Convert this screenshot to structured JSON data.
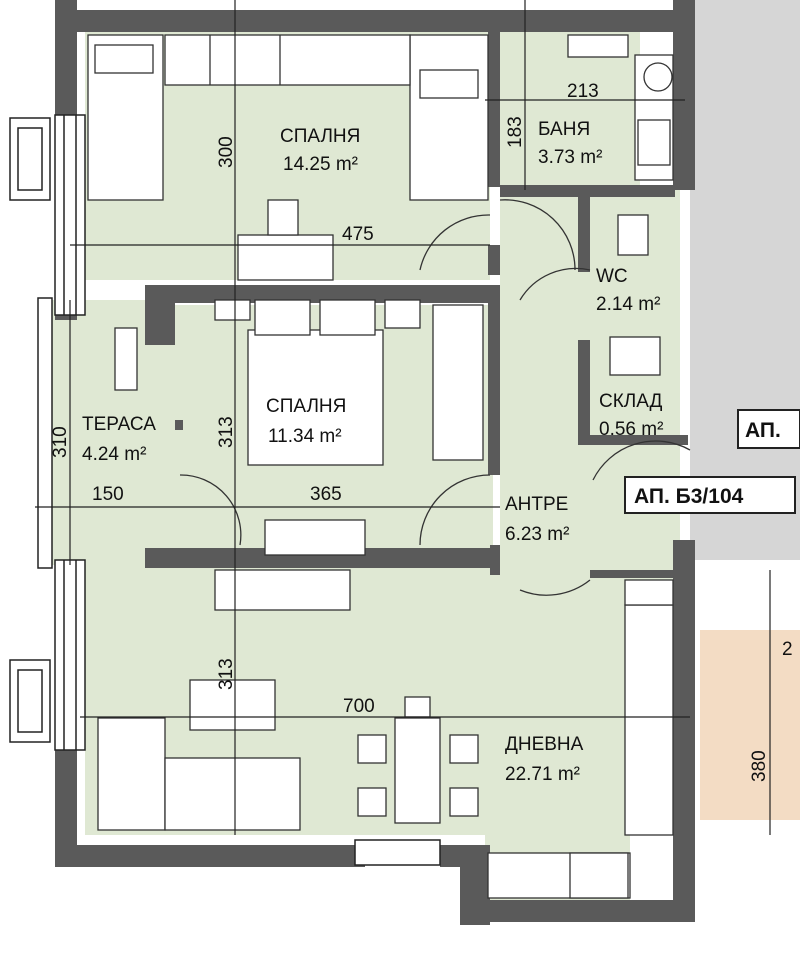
{
  "rooms": {
    "bedroom1": {
      "name": "СПАЛНЯ",
      "area": "14.25 m²"
    },
    "bathroom": {
      "name": "БАНЯ",
      "area": "3.73 m²"
    },
    "wc": {
      "name": "WC",
      "area": "2.14 m²"
    },
    "bedroom2": {
      "name": "СПАЛНЯ",
      "area": "11.34 m²"
    },
    "terrace": {
      "name": "ТЕРАСА",
      "area": "4.24 m²"
    },
    "storage": {
      "name": "СКЛАД",
      "area": "0.56 m²"
    },
    "hallway": {
      "name": "АНТРЕ",
      "area": "6.23 m²"
    },
    "living": {
      "name": "ДНЕВНА",
      "area": "22.71 m²"
    }
  },
  "dimensions": {
    "bed1_height": "300",
    "bed1_width": "475",
    "bath_width": "213",
    "bath_height": "183",
    "bed2_height": "313",
    "bed2_width": "365",
    "terrace_height": "310",
    "terrace_width": "150",
    "living_height": "313",
    "living_width": "700",
    "neighbor_height": "380",
    "neighbor_partial": "2"
  },
  "labels": {
    "apartment": "АП. Б3/104",
    "neighbor_apartment": "АП."
  },
  "colors": {
    "room_fill": "#dfe8d3",
    "wall": "#5a5a5a",
    "neighbor_fill": "#f3dcc4",
    "outside": "#d6d6d6"
  }
}
